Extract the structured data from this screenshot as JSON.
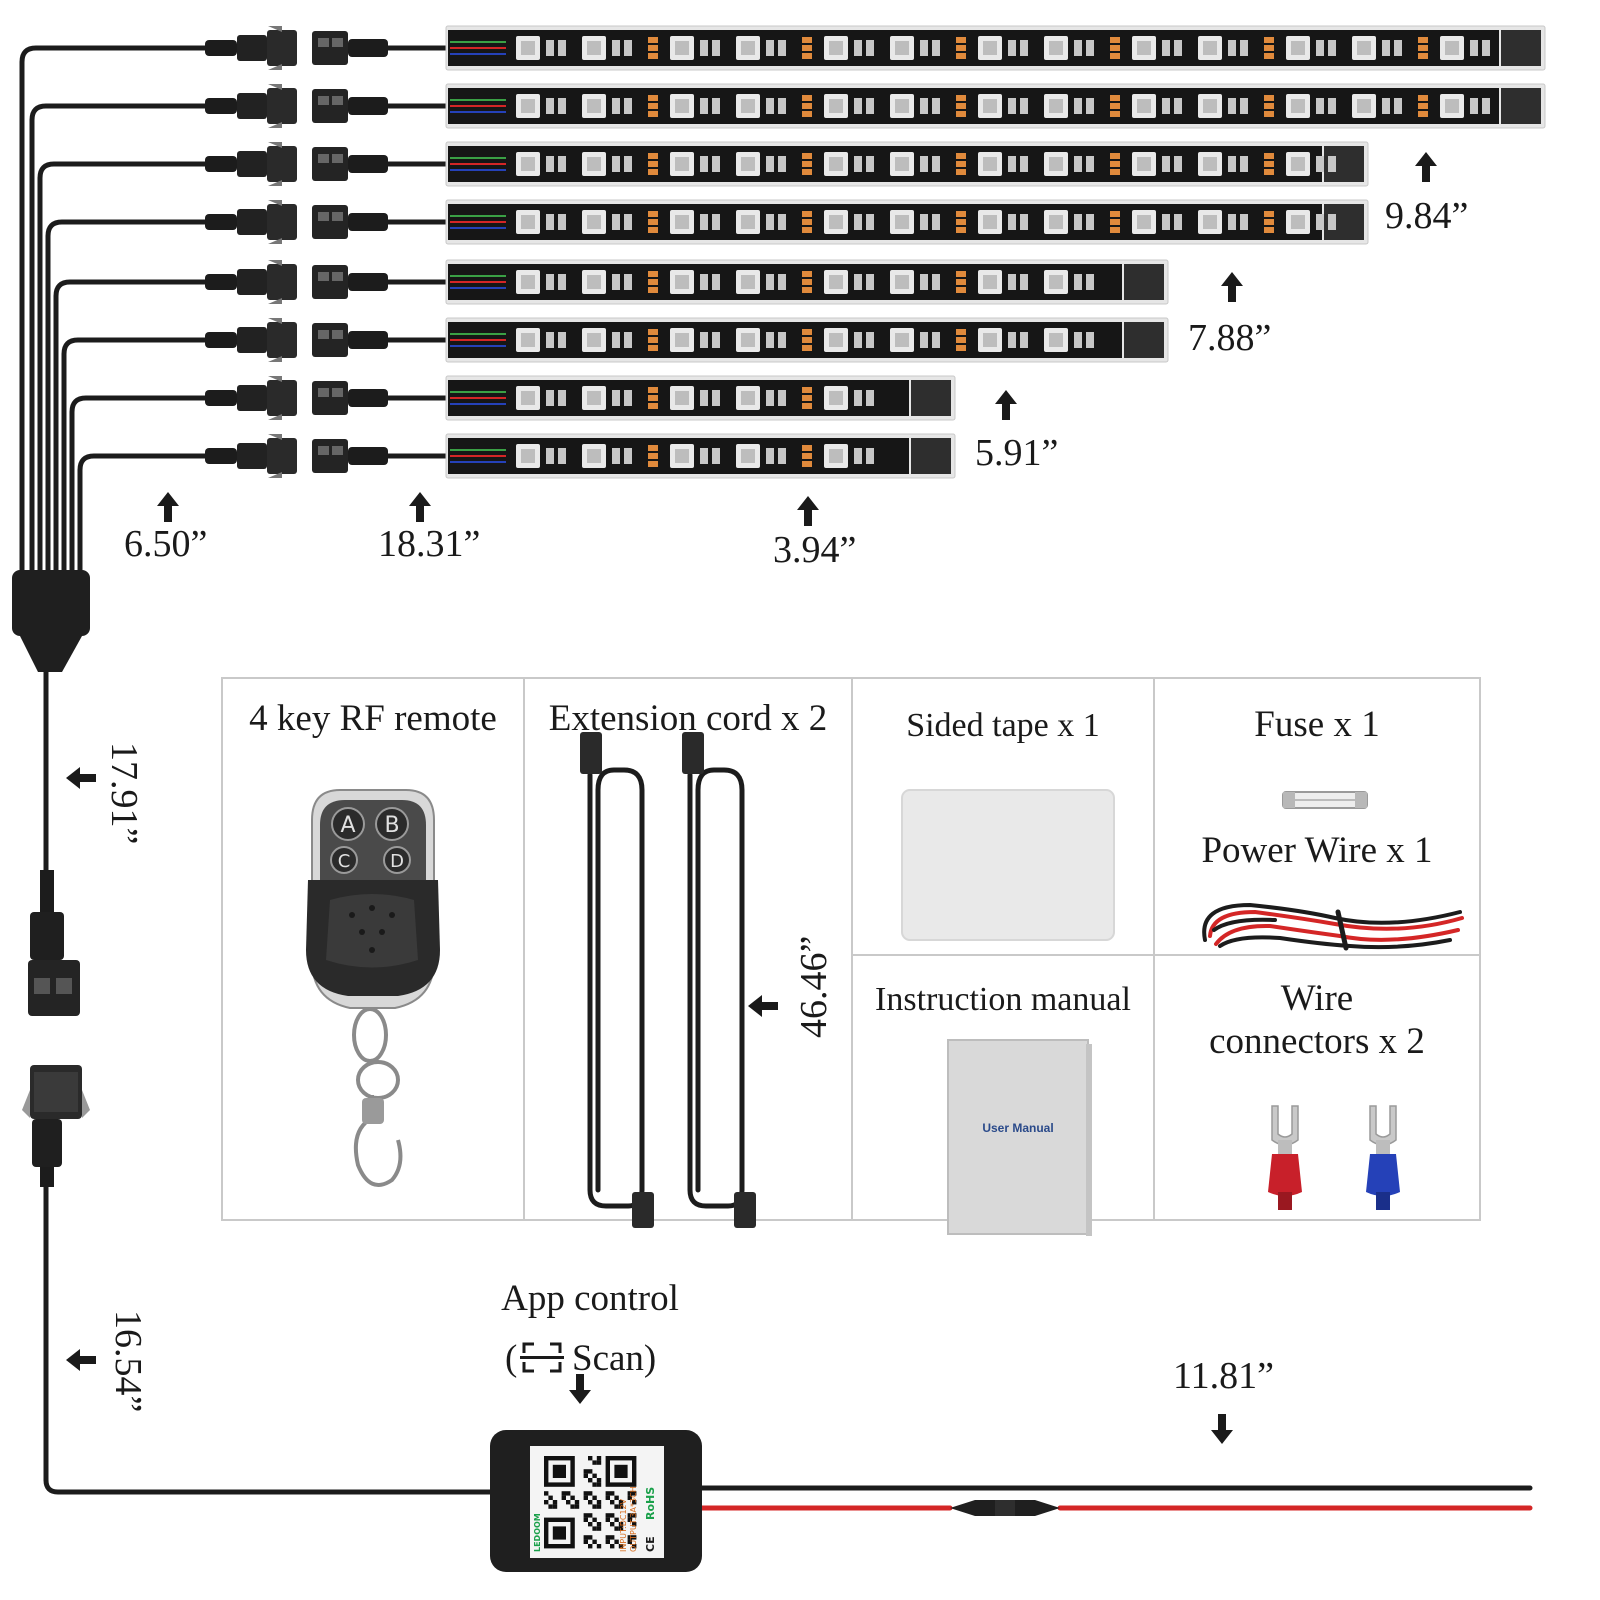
{
  "colors": {
    "cable": "#1c1c1c",
    "strip": "#161616",
    "led": "#e9e9e9",
    "resistor": "#e08a3c",
    "red_wire": "#d42626",
    "blue_connector": "#2541b8",
    "red_connector": "#c8202a",
    "frame": "#c9c9c9"
  },
  "dimensions": {
    "strip_9": "9.84”",
    "strip_7": "7.88”",
    "strip_5": "5.91”",
    "strip_3": "3.94”",
    "lead": "6.50”",
    "long_strip": "18.31”",
    "trunk_upper": "17.91”",
    "trunk_lower": "16.54”",
    "extension": "46.46”",
    "power_out": "11.81”"
  },
  "accessories": {
    "remote": "4 key RF remote",
    "remote_keys": [
      "A",
      "B",
      "C",
      "D"
    ],
    "extension": "Extension cord  x 2",
    "tape": "Sided tape x 1",
    "fuse": "Fuse  x 1",
    "power_wire": "Power Wire x 1",
    "manual": "Instruction manual",
    "manual_cover": "User Manual",
    "connectors_line1": "Wire",
    "connectors_line2": "connectors x 2"
  },
  "controller": {
    "app_label": "App control",
    "scan_label": "Scan)",
    "scan_open": "(",
    "brand": "LEDOOM",
    "input": "INPUT:DC12V",
    "output": "OUTPUT:3A*3CH",
    "rohs": "RoHS",
    "ce": "CE"
  }
}
